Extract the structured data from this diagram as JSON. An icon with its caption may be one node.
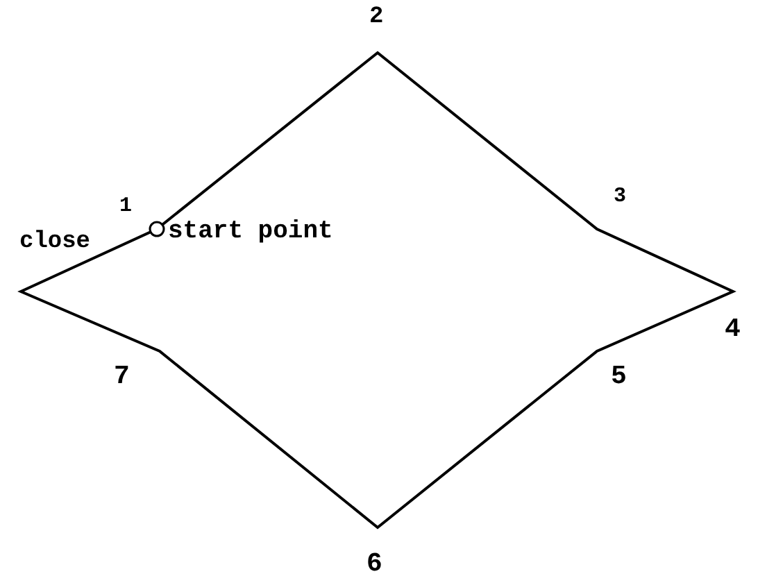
{
  "diagram": {
    "labels": [
      "2",
      "1",
      "3",
      "close",
      "start point",
      "4",
      "7",
      "5",
      "6"
    ]
  }
}
